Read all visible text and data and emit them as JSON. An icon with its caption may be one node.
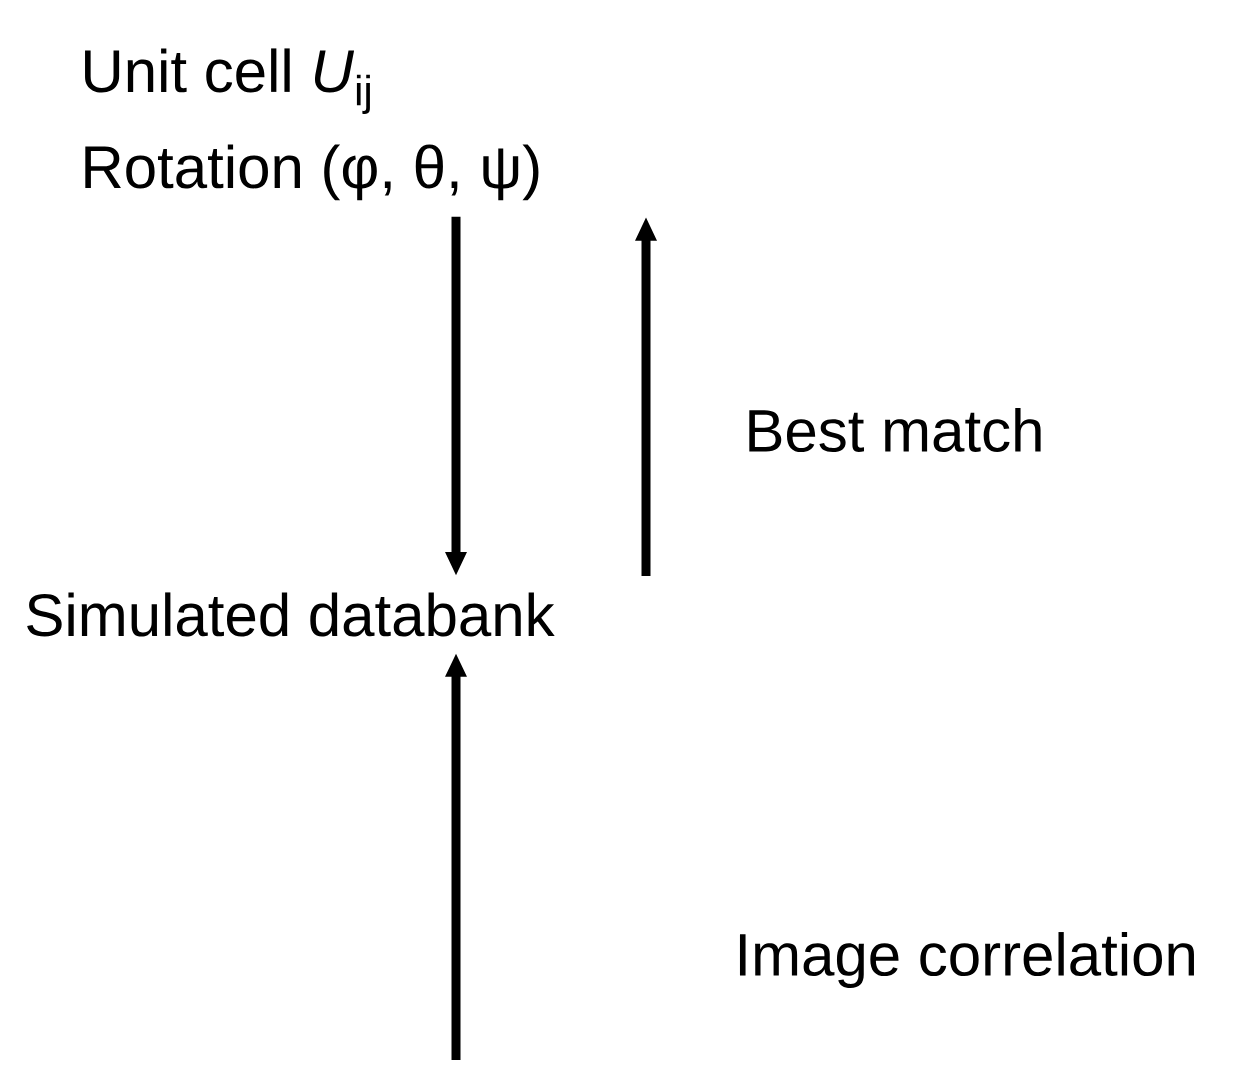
{
  "diagram": {
    "nodes": [
      {
        "text": [
          "Unit cell *U*$_{ij}$",
          "Rotation (φ, θ, ψ)"
        ]
      },
      {
        "text": [
          "Simulated databank"
        ]
      }
    ],
    "edges": [
      {
        "from": 0,
        "to": 1,
        "arrow": "to"
      },
      {
        "from": 1,
        "to": 0,
        "arrow": "to",
        "label": "Best match"
      },
      {
        "from": null,
        "to": 1,
        "arrow": "to",
        "label": "Image correlation"
      }
    ]
  }
}
